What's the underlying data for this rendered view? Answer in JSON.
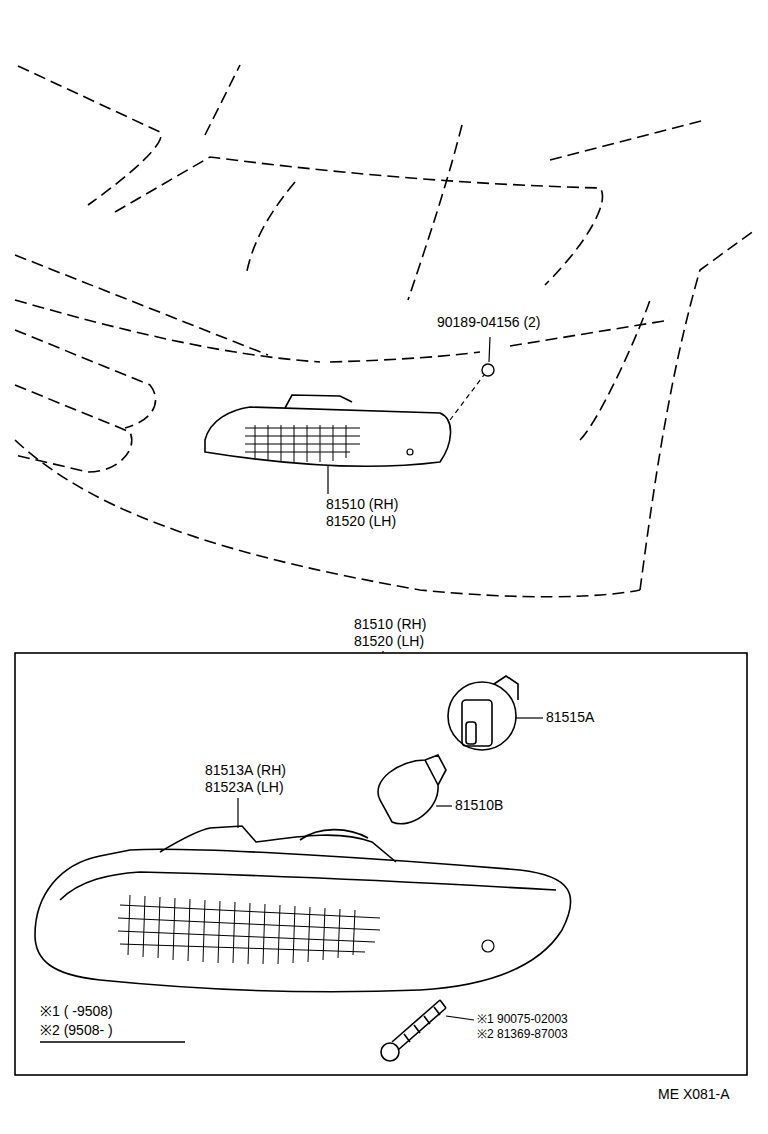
{
  "diagram": {
    "labels": [
      "90189-04156 (2)",
      "81510 (RH)",
      "81520 (LH)",
      "81510 (RH)",
      "81520 (LH)",
      "81515A",
      "81513A (RH)",
      "81523A (LH)",
      "81510B",
      "※1 ( -9508)",
      "※2 (9508- )",
      "※1 90075-02003",
      "※2 81369-87003",
      "ME X081-A"
    ]
  }
}
